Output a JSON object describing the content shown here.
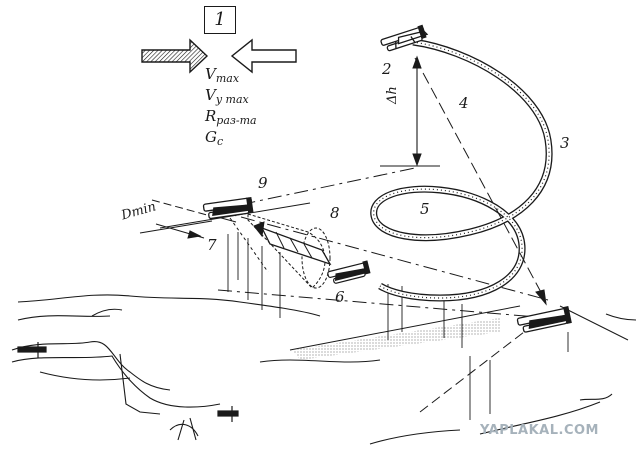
{
  "box_label": "1",
  "formula": {
    "v_max": {
      "base": "V",
      "sub": "max"
    },
    "vy_max": {
      "base": "V",
      "sub": "y max"
    },
    "r_razv": {
      "base": "R",
      "sub": "раз-та"
    },
    "g_c": {
      "base": "G",
      "sub": "c"
    }
  },
  "labels": {
    "l2": "2",
    "l3": "3",
    "l4": "4",
    "l5": "5",
    "l6": "6",
    "l7": "7",
    "l8": "8",
    "l9": "9",
    "delta_h": "Δh",
    "d_min": "Dmin"
  },
  "watermark": "YAPLAKAL.COM",
  "colors": {
    "ink": "#1a1a1a",
    "watermark": "#a6b2bb"
  }
}
